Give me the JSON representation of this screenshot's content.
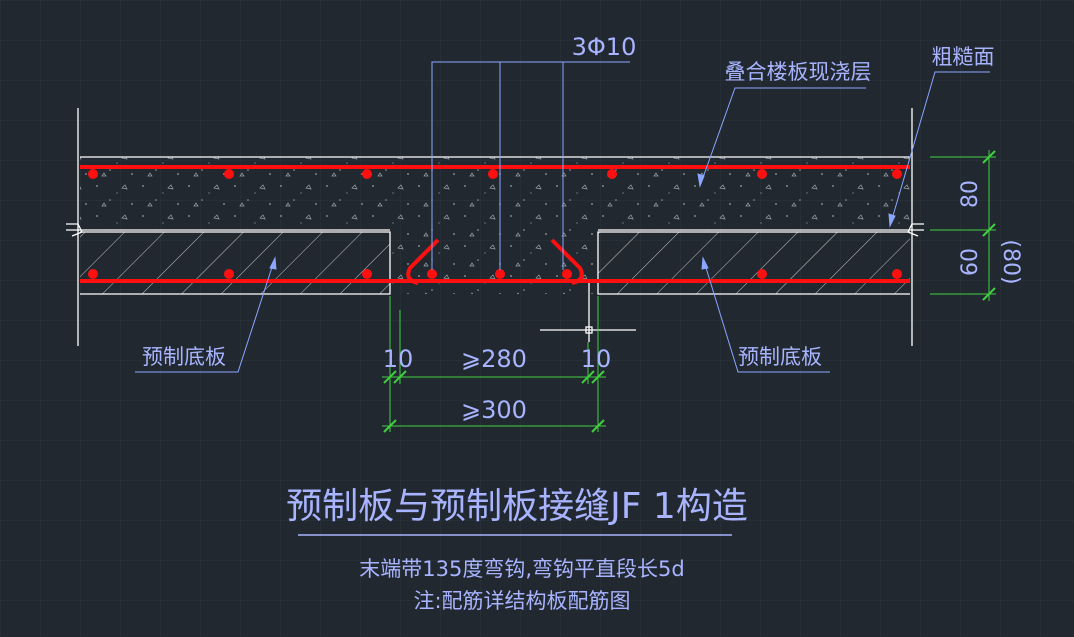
{
  "labels": {
    "rebar_callout": "3Φ10",
    "cast_layer": "叠合楼板现浇层",
    "rough_surface": "粗糙面",
    "precast_left": "预制底板",
    "precast_right": "预制底板",
    "dim_80": "80",
    "dim_60": "60",
    "dim_80_paren": "(80)",
    "dim_10_left": "10",
    "dim_280": "⩾280",
    "dim_10_right": "10",
    "dim_300": "⩾300"
  },
  "title": "预制板与预制板接缝JF 1构造",
  "notes": [
    "末端带135度弯钩,弯钩平直段长5d",
    "注:配筋详结构板配筋图"
  ],
  "colors": {
    "background": "#212830",
    "grid": "#2b333c",
    "outline": "#ffffff",
    "rebar": "#ff1010",
    "text": "#a8b4ff",
    "leader": "#8aa6ff",
    "dimension": "#3fcf3f",
    "hatch": "#c8c8c8"
  }
}
